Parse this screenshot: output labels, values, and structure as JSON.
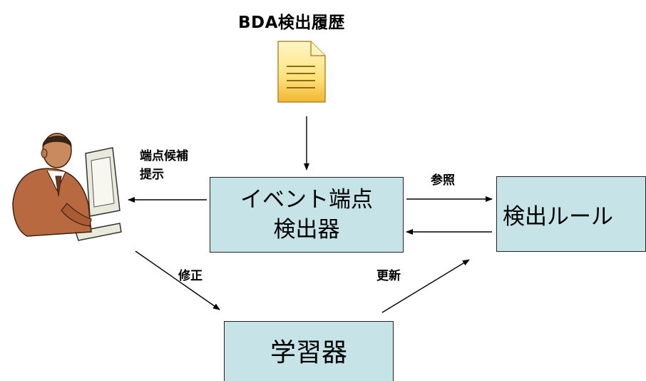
{
  "doc_title": "BDA検出履歴",
  "nodes": {
    "detector_line1": "イベント端点",
    "detector_line2": "検出器",
    "rules": "検出ルール",
    "learner": "学習器"
  },
  "edges": {
    "candidates_line1": "端点候補",
    "candidates_line2": "提示",
    "reference": "参照",
    "correction": "修正",
    "update": "更新"
  },
  "icons": [
    "document-icon",
    "user-at-computer-icon"
  ],
  "colors": {
    "box_fill": "#c6e4e8",
    "document_fill": "#ffe27a"
  }
}
